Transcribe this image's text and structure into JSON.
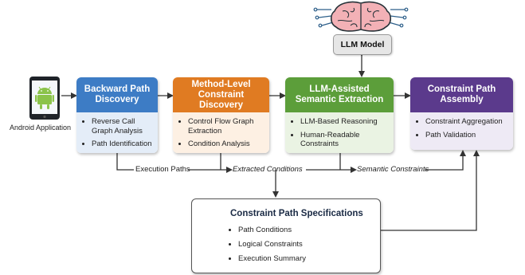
{
  "llm": {
    "label": "LLM Model"
  },
  "phone": {
    "label": "Android Application"
  },
  "stages": [
    {
      "title": "Backward Path Discovery",
      "color": "#3d7cc5",
      "body_color": "#e4edf8",
      "items": [
        "Reverse Call Graph Analysis",
        "Path Identification"
      ]
    },
    {
      "title": "Method-Level Constraint Discovery",
      "color": "#e07b22",
      "body_color": "#fdf0e3",
      "items": [
        "Control Flow Graph Extraction",
        "Condition Analysis"
      ]
    },
    {
      "title": "LLM-Assisted Semantic Extraction",
      "color": "#5c9e3a",
      "body_color": "#eaf3e3",
      "items": [
        "LLM-Based Reasoning",
        "Human-Readable Constraints"
      ]
    },
    {
      "title": "Constraint Path Assembly",
      "color": "#5b3a8c",
      "body_color": "#eeeaf5",
      "items": [
        "Constraint Aggregation",
        "Path Validation"
      ]
    }
  ],
  "flows": {
    "execution_paths": "Execution Paths",
    "extracted_conditions": "Extracted Conditions",
    "semantic_constraints": "Semantic Constraints"
  },
  "spec": {
    "title": "Constraint Path Specifications",
    "items": [
      "Path Conditions",
      "Logical Constraints",
      "Execution Summary"
    ]
  }
}
